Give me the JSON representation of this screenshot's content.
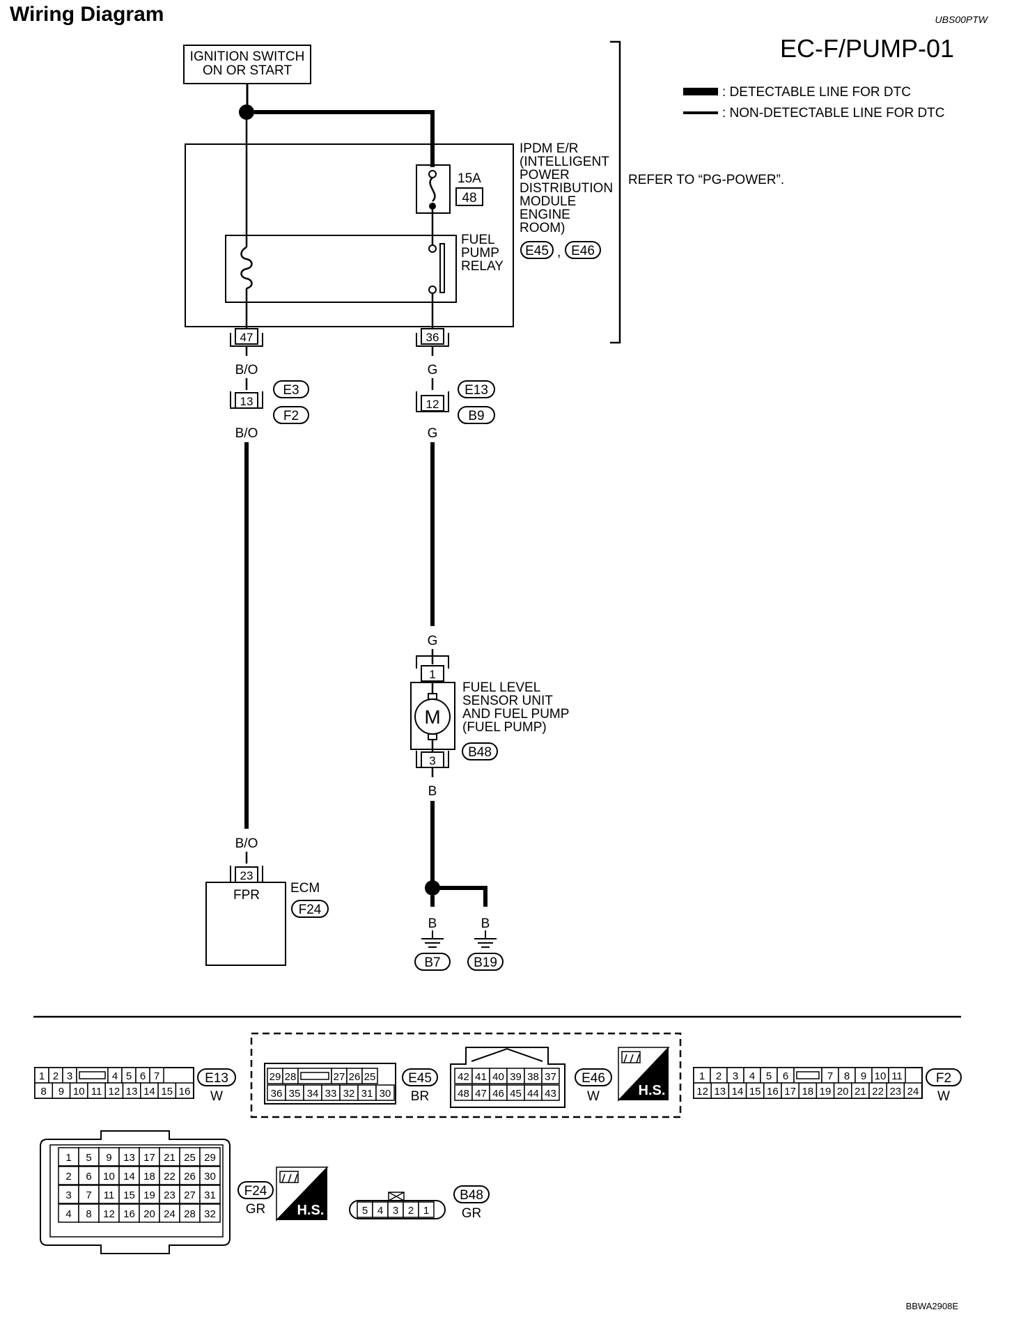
{
  "header": {
    "title": "Wiring Diagram",
    "doc_code": "UBS00PTW",
    "page_id": "EC-F/PUMP-01",
    "footer_code": "BBWA2908E"
  },
  "legend": {
    "detectable": ": DETECTABLE LINE FOR DTC",
    "non_detectable": ": NON-DETECTABLE LINE FOR DTC"
  },
  "ignition": {
    "line1": "IGNITION SWITCH",
    "line2": "ON OR START"
  },
  "ipdm": {
    "lines": [
      "IPDM E/R",
      "(INTELLIGENT",
      "POWER",
      "DISTRIBUTION",
      "MODULE",
      "ENGINE",
      "ROOM)"
    ],
    "connectors": [
      "E45",
      "E46"
    ],
    "refer": "REFER TO “PG-POWER”.",
    "fuse_rating": "15A",
    "fuse_no": "48",
    "relay_lines": [
      "FUEL",
      "PUMP",
      "RELAY"
    ],
    "term_left": "47",
    "term_right": "36"
  },
  "wires": {
    "left_color": "B/O",
    "right_color": "G",
    "ground_color": "B"
  },
  "joints": {
    "left_pin": "13",
    "left_conn_top": "E3",
    "left_conn_bottom": "F2",
    "right_pin": "12",
    "right_conn_top": "E13",
    "right_conn_bottom": "B9"
  },
  "fuel_pump": {
    "lines": [
      "FUEL LEVEL",
      "SENSOR UNIT",
      "AND FUEL PUMP",
      "(FUEL PUMP)"
    ],
    "connector": "B48",
    "pin_top": "1",
    "pin_bottom": "3",
    "motor": "M"
  },
  "ecm": {
    "label": "ECM",
    "connector": "F24",
    "pin": "23",
    "terminal_name": "FPR"
  },
  "grounds": [
    "B7",
    "B19"
  ],
  "connector_views": {
    "e13": {
      "id": "E13",
      "color": "W",
      "top": [
        "1",
        "2",
        "3",
        "",
        "4",
        "5",
        "6",
        "7"
      ],
      "bottom": [
        "8",
        "9",
        "10",
        "11",
        "12",
        "13",
        "14",
        "15",
        "16"
      ]
    },
    "e45": {
      "id": "E45",
      "color": "BR",
      "top": [
        "29",
        "28",
        "",
        "27",
        "26",
        "25"
      ],
      "bottom": [
        "36",
        "35",
        "34",
        "33",
        "32",
        "31",
        "30"
      ]
    },
    "e46": {
      "id": "E46",
      "color": "W",
      "top": [
        "42",
        "41",
        "40",
        "39",
        "38",
        "37"
      ],
      "bottom": [
        "48",
        "47",
        "46",
        "45",
        "44",
        "43"
      ]
    },
    "f2": {
      "id": "F2",
      "color": "W",
      "top": [
        "1",
        "2",
        "3",
        "4",
        "5",
        "6",
        "",
        "7",
        "8",
        "9",
        "10",
        "11"
      ],
      "bottom": [
        "12",
        "13",
        "14",
        "15",
        "16",
        "17",
        "18",
        "19",
        "20",
        "21",
        "22",
        "23",
        "24"
      ]
    },
    "f24": {
      "id": "F24",
      "color": "GR",
      "rows": [
        [
          "1",
          "5",
          "9",
          "13",
          "17",
          "21",
          "25",
          "29"
        ],
        [
          "2",
          "6",
          "10",
          "14",
          "18",
          "22",
          "26",
          "30"
        ],
        [
          "3",
          "7",
          "11",
          "15",
          "19",
          "23",
          "27",
          "31"
        ],
        [
          "4",
          "8",
          "12",
          "16",
          "20",
          "24",
          "28",
          "32"
        ]
      ]
    },
    "b48": {
      "id": "B48",
      "color": "GR",
      "pins": [
        "5",
        "4",
        "3",
        "2",
        "1"
      ]
    },
    "hs_label": "H.S."
  }
}
